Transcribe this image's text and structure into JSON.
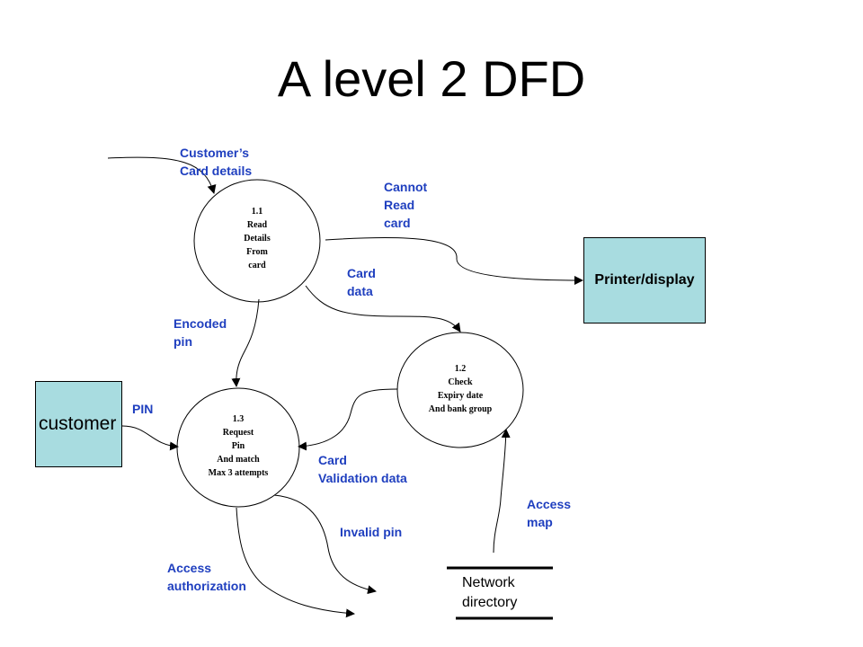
{
  "title": "A level 2 DFD",
  "processes": [
    {
      "id": "p1",
      "text": "1.1\nRead\nDetails\nFrom\ncard"
    },
    {
      "id": "p2",
      "text": "1.2\nCheck\nExpiry date\nAnd bank group"
    },
    {
      "id": "p3",
      "text": "1.3\nRequest\nPin\nAnd match\nMax 3 attempts"
    }
  ],
  "entities": {
    "printer": "Printer/display",
    "customer": "customer"
  },
  "data_store": "Network\ndirectory",
  "flows": {
    "customers_card_details": "Customer’s\nCard details",
    "cannot_read_card": "Cannot\nRead\ncard",
    "card_data": "Card\ndata",
    "encoded_pin": "Encoded\npin",
    "pin": "PIN",
    "card_validation_data": "Card\nValidation data",
    "access_map": "Access\nmap",
    "invalid_pin": "Invalid pin",
    "access_authorization": "Access\nauthorization"
  },
  "colors": {
    "entity_fill": "#a8dce0",
    "flow_label": "#1f3fbf",
    "line": "#000000"
  }
}
